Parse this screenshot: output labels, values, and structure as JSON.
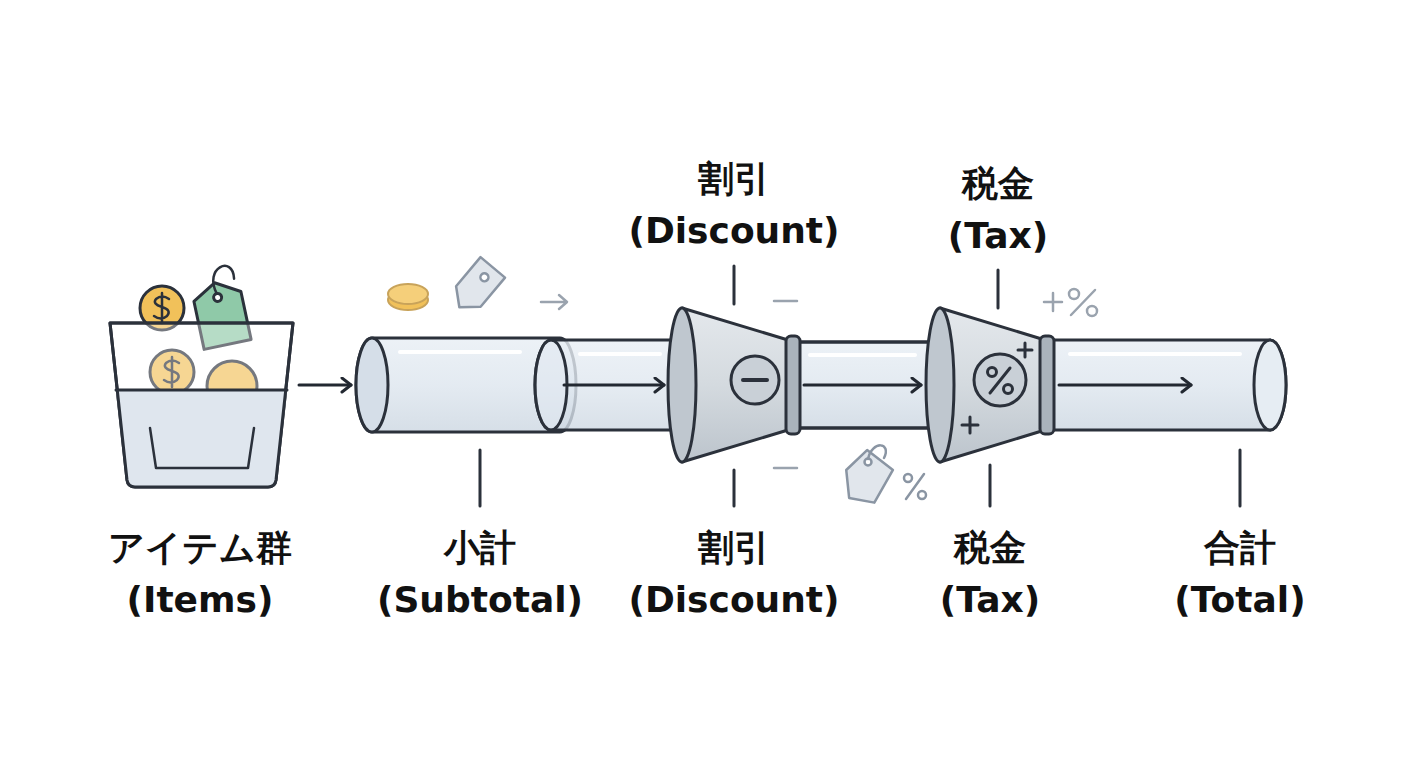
{
  "diagram": {
    "nodes": [
      {
        "text": [
          "アイテム群 (Items)"
        ]
      },
      {
        "text": [
          "小計 (Subtotal)"
        ]
      },
      {
        "text": [
          "割引 (Discount)",
          "割引 (Discount)"
        ]
      },
      {
        "text": [
          "税金 (Tax)",
          "税金 (Tax)"
        ]
      },
      {
        "text": [
          "合計 (Total)"
        ]
      }
    ],
    "edges": [
      {
        "from": 0,
        "to": 1,
        "arrow": "to"
      },
      {
        "from": 1,
        "to": 2,
        "arrow": "to"
      },
      {
        "from": 2,
        "to": 3,
        "arrow": "to"
      },
      {
        "from": 3,
        "to": 4,
        "arrow": "to"
      }
    ]
  }
}
